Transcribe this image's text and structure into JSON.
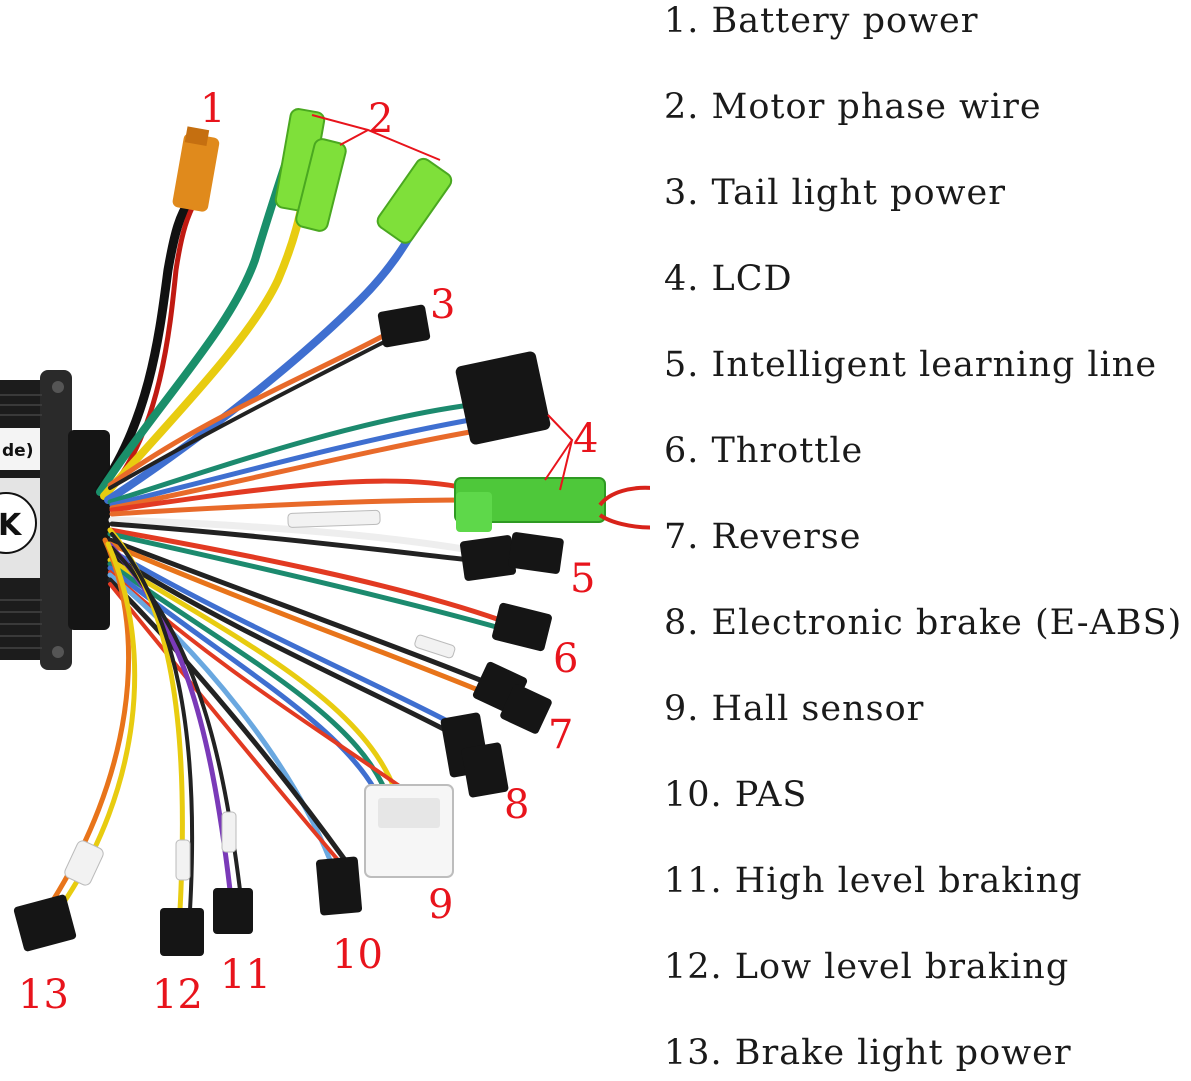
{
  "legend": [
    {
      "text": "1. Battery power"
    },
    {
      "text": "2. Motor phase wire"
    },
    {
      "text": "3. Tail light power"
    },
    {
      "text": "4. LCD"
    },
    {
      "text": "5. Intelligent learning line"
    },
    {
      "text": "6. Throttle"
    },
    {
      "text": "7. Reverse"
    },
    {
      "text": "8. Electronic brake (E-ABS)"
    },
    {
      "text": "9. Hall sensor"
    },
    {
      "text": "10. PAS"
    },
    {
      "text": "11. High level braking"
    },
    {
      "text": "12. Low level braking"
    },
    {
      "text": "13. Brake light power"
    }
  ],
  "callouts": [
    "1",
    "2",
    "3",
    "4",
    "5",
    "6",
    "7",
    "8",
    "9",
    "10",
    "11",
    "12",
    "13"
  ],
  "controller": {
    "label_fragment": "de)",
    "badge": "K"
  },
  "colors": {
    "callout": "#e8141c",
    "green_connector": "#7fe03a",
    "yellow_connector": "#e08a1c",
    "housing": "#1c1c1c"
  }
}
